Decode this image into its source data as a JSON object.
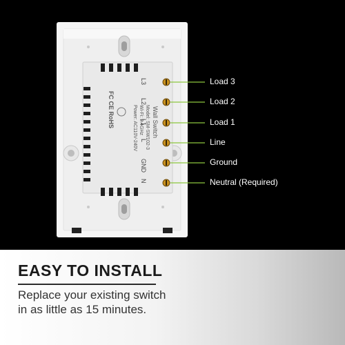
{
  "terminals": [
    {
      "label": "Load 3"
    },
    {
      "label": "Load 2"
    },
    {
      "label": "Load 1"
    },
    {
      "label": "Line"
    },
    {
      "label": "Ground"
    },
    {
      "label": "Neutral (Required)"
    }
  ],
  "device_print": {
    "terminal_codes": [
      "L3",
      "L2",
      "L1",
      "L",
      "GND",
      "N"
    ],
    "product_name": "Wall Switch",
    "model": "Model: SM-SW102-3",
    "wifi": "Wi-Fi: 2.4GHz",
    "power": "Power: AC110V-240V"
  },
  "banner": {
    "title": "EASY TO INSTALL",
    "subtitle_line1": "Replace your existing switch",
    "subtitle_line2": "in as little as 15 minutes."
  },
  "colors": {
    "background": "#000000",
    "faceplate": "#f4f4f4",
    "module": "#e6e6e6",
    "screw_brass": "#c8901e",
    "leader_line": "#8cc63f",
    "label_text": "#ffffff"
  }
}
